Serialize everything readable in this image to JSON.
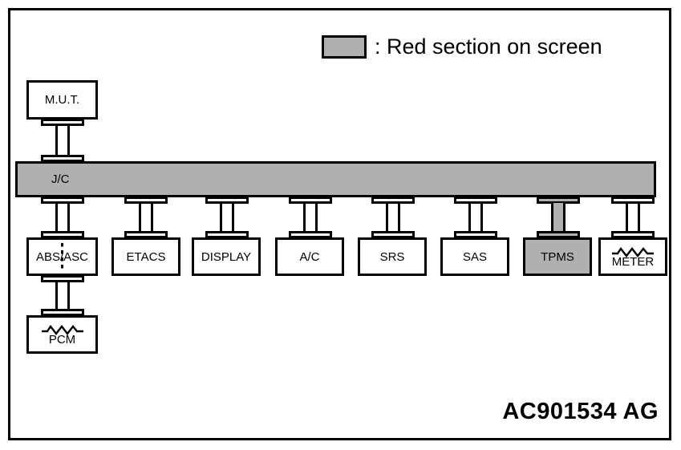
{
  "diagram": {
    "legend": {
      "swatch_color": "#b0b0b0",
      "text": ": Red section on screen"
    },
    "bus": {
      "label": "J/C"
    },
    "top_node": {
      "label": "M.U.T."
    },
    "modules": [
      {
        "label": "ABS/ASC",
        "highlighted": false,
        "divider": true,
        "symbol": "none"
      },
      {
        "label": "ETACS",
        "highlighted": false,
        "divider": false,
        "symbol": "none"
      },
      {
        "label": "DISPLAY",
        "highlighted": false,
        "divider": false,
        "symbol": "none"
      },
      {
        "label": "A/C",
        "highlighted": false,
        "divider": false,
        "symbol": "none"
      },
      {
        "label": "SRS",
        "highlighted": false,
        "divider": false,
        "symbol": "none"
      },
      {
        "label": "SAS",
        "highlighted": false,
        "divider": false,
        "symbol": "none"
      },
      {
        "label": "TPMS",
        "highlighted": true,
        "divider": false,
        "symbol": "none"
      },
      {
        "label": "METER",
        "highlighted": false,
        "divider": false,
        "symbol": "resistor"
      }
    ],
    "bottom_node": {
      "label": "PCM",
      "symbol": "resistor"
    },
    "part_number": "AC901534 AG",
    "colors": {
      "highlight": "#b0b0b0",
      "line": "#000000",
      "background": "#ffffff"
    }
  }
}
